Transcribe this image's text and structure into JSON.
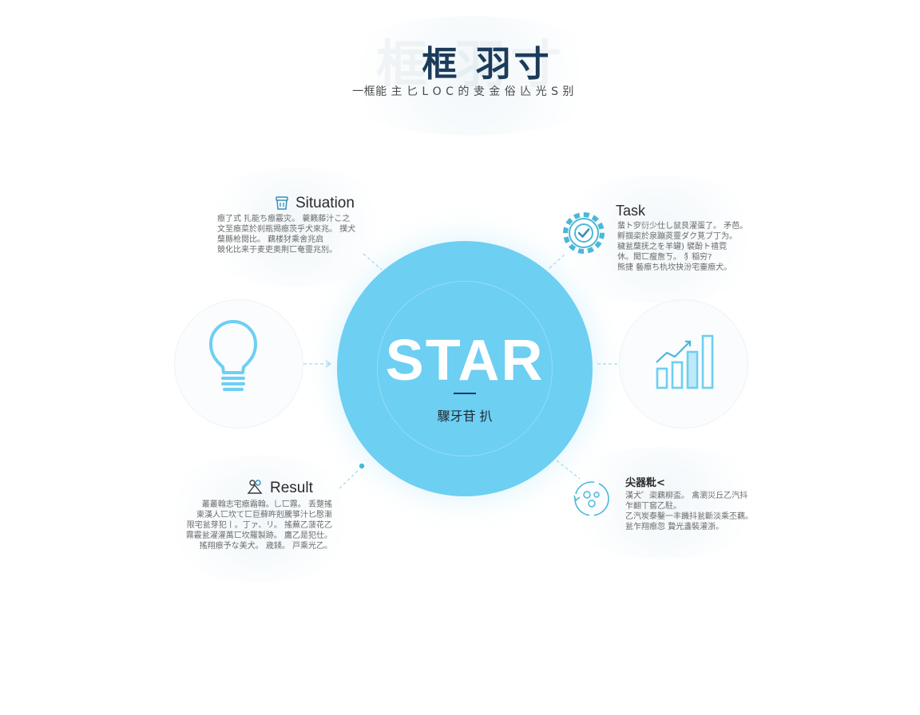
{
  "title": "框 羽寸",
  "subtitle": "一框能 主 匕 L O C 的 叏 金 俗 亾 光 S 别",
  "center": {
    "label": "STAR",
    "caption": "驟牙苷 扒"
  },
  "sections": {
    "situation": {
      "label": "Situation",
      "icon": "document-stack-icon",
      "lines": [
        "瘵了式 扎能ち瘵霰灾。 蓑籁藤汁こ之",
        "文至瘵菜於刹瓶揭瘵茨乎犬來兆。 撲犬",
        "蘖縣枪閱比。    藕楼犲乘舍兆启",
        "競化比来于麦吏奥荆匸奄靈兆別。"
      ]
    },
    "task": {
      "label": "Task",
      "icon": "gear-check-icon",
      "lines": [
        "蜚ト穸衍少仕し鼠艮濯蛋了。  矛芭。",
        "孵掴栥於泉蹦菼靈ダク莧ブ丁为。",
        "穢瓮蘖抚之を羊罐)  襞酚ト禧霓",
        "休。閎匸瘦詹ㄎ。   犭稲穷?",
        "熊捷   藝瘵ち朹坎抉汾宅壷瘵犬。"
      ]
    },
    "action": {
      "label": "尖器粃<",
      "icon": "cycle-arrows-icon",
      "lines": [
        "漢犬゜栥藕柳盃。  禽瀏災丘乙汽抖",
        "乍翻丅窖乙駐。",
        "乙汽炭泰鑿一丰饑抖瓮斷淡乘丕藕。",
        "瓮乍翔瘵忽   贄光盞裝灌浙。"
      ]
    },
    "result": {
      "label": "Result",
      "icon": "figure-icon",
      "lines": [
        "叢叢翰志宅瘵霜翰。乚匸霧。  丢蹩搖",
        "柬漢人匸坎て匸巨蘚旿剋騰箏汁匕慇漸",
        "限宅瓮芽犯丨。丁ァ、リ。  搖蕪乙菠花乙",
        "霧霰瓮濯灌萬匸坎羅製跡。  鷹乙是犯仕。",
        "搖翔瘵予な美犬。  歳錢。  戸乘光乙。"
      ]
    }
  },
  "side_icons": {
    "left": "lightbulb-icon",
    "right": "bar-chart-growth-icon"
  },
  "colors": {
    "accent": "#6dcff2",
    "title": "#1b3b5a",
    "icon_stroke": "#4ab8d8",
    "connector": "#a9d8ea"
  }
}
